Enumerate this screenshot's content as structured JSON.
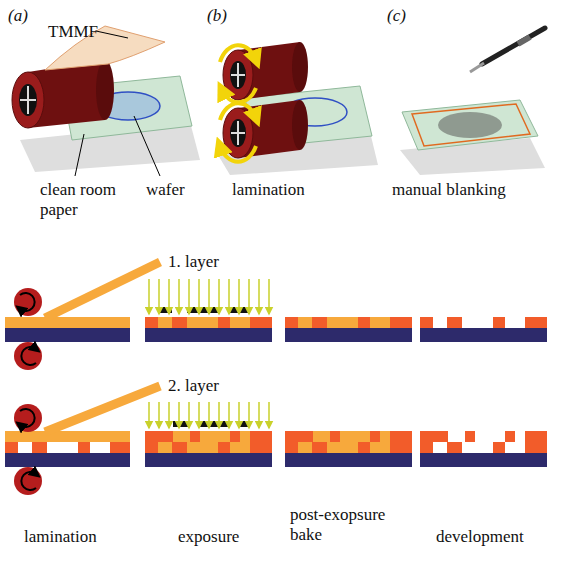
{
  "diagram": {
    "labels": [
      "(a)",
      "(b)",
      "(c)",
      "TMMF",
      "clean room paper",
      "wafer",
      "lamination",
      "manual blanking",
      "1. layer",
      "2. layer",
      "lamination",
      "exposure",
      "post-exopsure bake",
      "development"
    ]
  }
}
